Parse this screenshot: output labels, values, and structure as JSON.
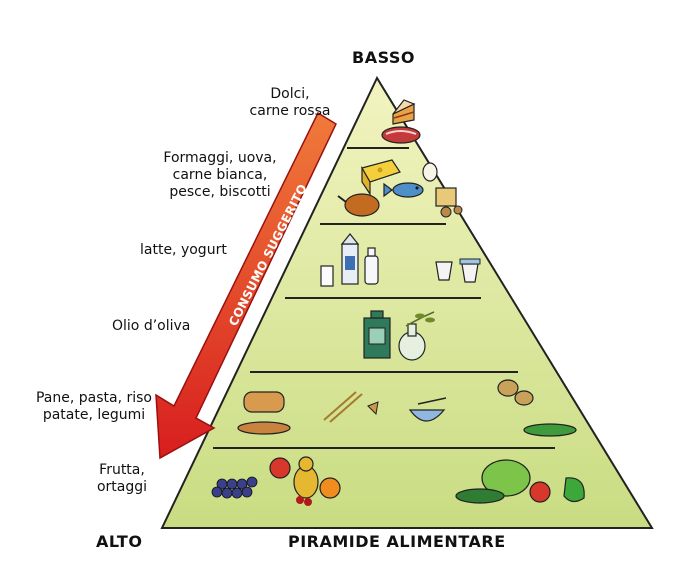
{
  "labels": {
    "top": "BASSO",
    "bottom_left": "ALTO",
    "title": "PIRAMIDE ALIMENTARE",
    "arrow": "CONSUMO SUGGERITO"
  },
  "tiers": [
    {
      "id": "dolci",
      "line1": "Dolci,",
      "line2": "carne rossa",
      "icons": [
        "cake-slice-icon",
        "steak-icon"
      ]
    },
    {
      "id": "formaggi",
      "line1": "Formaggi, uova,",
      "line2": "carne bianca,",
      "line3": "pesce, biscotti",
      "icons": [
        "cheese-icon",
        "egg-icon",
        "fish-icon",
        "roast-chicken-icon",
        "cookie-icon"
      ]
    },
    {
      "id": "latte",
      "line1": "latte, yogurt",
      "icons": [
        "milk-carton-icon",
        "milk-bottle-icon",
        "glass-of-milk-icon",
        "yogurt-cup-icon"
      ]
    },
    {
      "id": "olio",
      "line1": "Olio d’oliva",
      "icons": [
        "oil-can-icon",
        "oil-cruet-icon",
        "olive-branch-icon"
      ]
    },
    {
      "id": "pane",
      "line1": "Pane, pasta, riso",
      "line2": "patate, legumi",
      "icons": [
        "bread-icon",
        "baguette-icon",
        "pasta-icon",
        "rice-bowl-icon",
        "potato-icon",
        "pea-pod-icon"
      ]
    },
    {
      "id": "frutta",
      "line1": "Frutta,",
      "line2": "ortaggi",
      "icons": [
        "grapes-icon",
        "pear-icon",
        "apple-icon",
        "cherries-icon",
        "orange-icon",
        "lettuce-icon",
        "cucumber-icon",
        "tomato-icon",
        "pepper-icon"
      ]
    }
  ],
  "colors": {
    "pyramid_top": "#f2f4c0",
    "pyramid_bottom": "#c9dc82",
    "outline": "#222222",
    "arrow_top": "#f07a3a",
    "arrow_bottom": "#d81e1e"
  }
}
